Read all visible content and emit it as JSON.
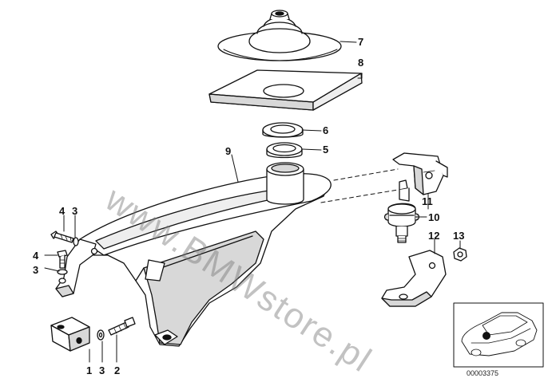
{
  "diagram": {
    "watermark": "www.BMWstore.pl",
    "reference_number": "00003375",
    "callouts": {
      "c1": "1",
      "c2": "2",
      "c3a": "3",
      "c3b": "3",
      "c3c": "3",
      "c4a": "4",
      "c4b": "4",
      "c5": "5",
      "c6": "6",
      "c7": "7",
      "c8": "8",
      "c9": "9",
      "c10": "10",
      "c11": "11",
      "c12": "12",
      "c13": "13"
    }
  },
  "colors": {
    "line": "#111111",
    "part_fill": "#ffffff",
    "shade": "#d8d8d8",
    "watermark": "#8a8a8a"
  }
}
